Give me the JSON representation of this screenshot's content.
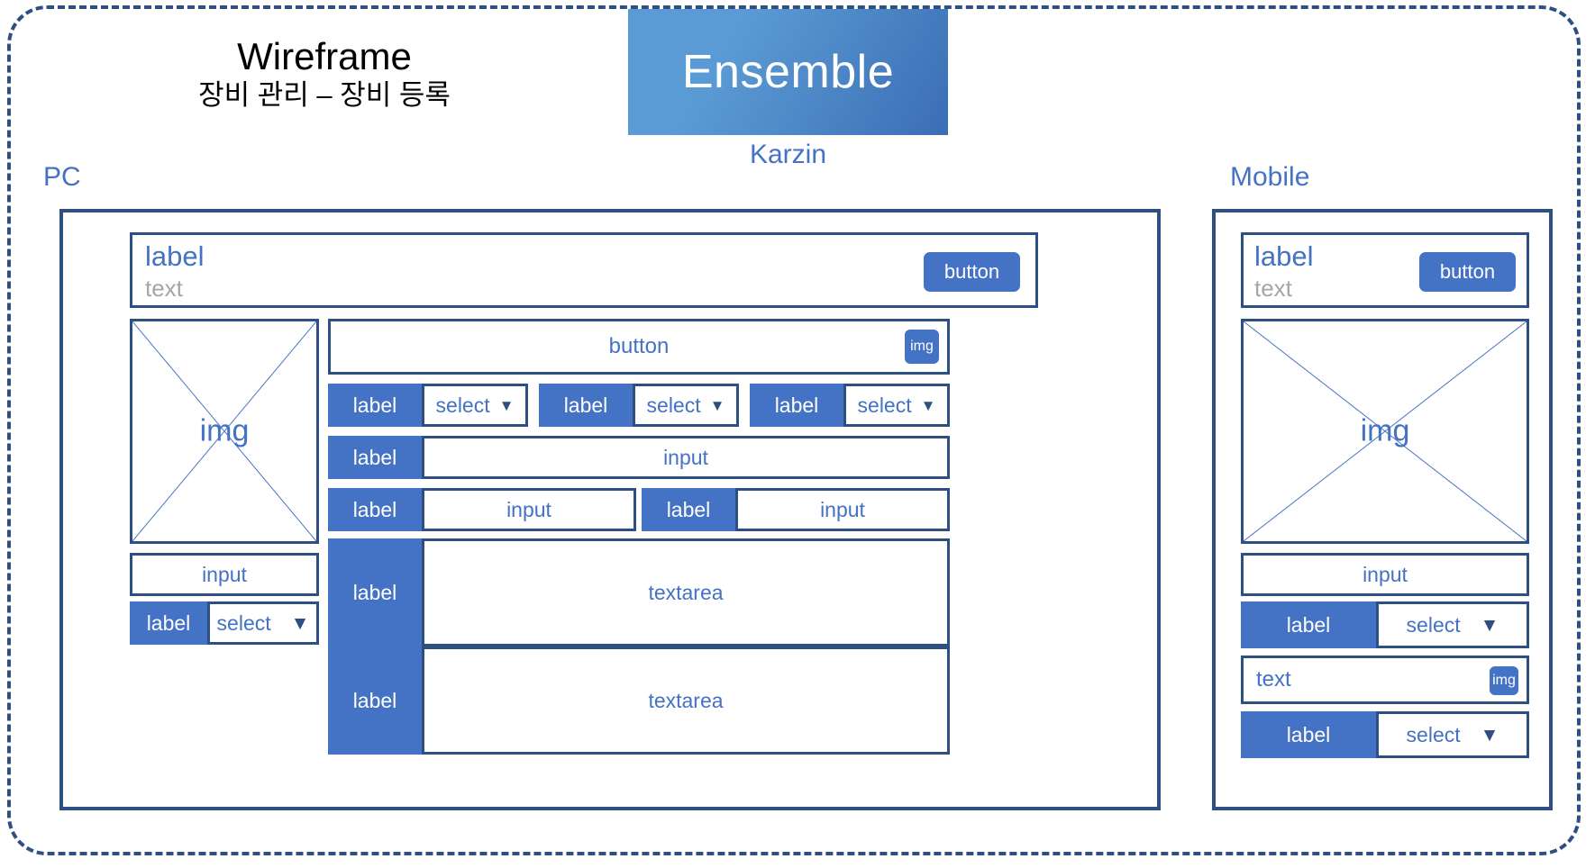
{
  "header": {
    "wireframe_title": "Wireframe",
    "wireframe_subtitle": "장비 관리 – 장비 등록",
    "ensemble_badge": "Ensemble",
    "karzin_label": "Karzin",
    "pc_label": "PC",
    "mobile_label": "Mobile"
  },
  "colors": {
    "frame_blue": "#2e4f82",
    "accent_blue": "#4472c4",
    "badge_gradient_start": "#5b9bd5",
    "badge_gradient_end": "#3b6eb5",
    "muted_text": "#a6a6a6"
  },
  "labels": {
    "label": "label",
    "text": "text",
    "button": "button",
    "input": "input",
    "select": "select",
    "textarea": "textarea",
    "img": "img",
    "caret": "▼"
  },
  "pc": {
    "header_card": {
      "label": "label",
      "text": "text",
      "button": "button"
    },
    "left_column": {
      "img_placeholder": "img",
      "input": "input",
      "select_field": {
        "label": "label",
        "value": "select",
        "caret": "▼"
      }
    },
    "right_column": {
      "button_row": {
        "button": "button",
        "img_chip": "img"
      },
      "select_row": [
        {
          "label": "label",
          "value": "select",
          "caret": "▼"
        },
        {
          "label": "label",
          "value": "select",
          "caret": "▼"
        },
        {
          "label": "label",
          "value": "select",
          "caret": "▼"
        }
      ],
      "input_row_full": {
        "label": "label",
        "value": "input"
      },
      "input_row_half": [
        {
          "label": "label",
          "value": "input"
        },
        {
          "label": "label",
          "value": "input"
        }
      ],
      "textarea_rows": [
        {
          "label": "label",
          "value": "textarea"
        },
        {
          "label": "label",
          "value": "textarea"
        }
      ]
    }
  },
  "mobile": {
    "header_card": {
      "label": "label",
      "text": "text",
      "button": "button"
    },
    "img_placeholder": "img",
    "input": "input",
    "select_field_top": {
      "label": "label",
      "value": "select",
      "caret": "▼"
    },
    "text_row": {
      "text": "text",
      "img_chip": "img"
    },
    "select_field_bottom": {
      "label": "label",
      "value": "select",
      "caret": "▼"
    }
  }
}
